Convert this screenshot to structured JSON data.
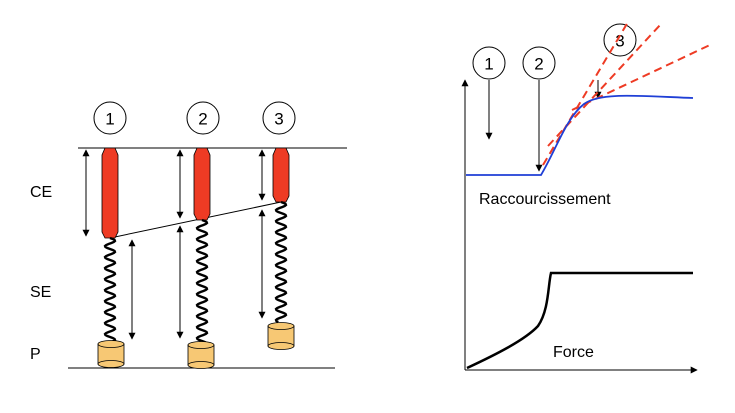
{
  "left_panel": {
    "row_labels": {
      "ce": "CE",
      "se": "SE",
      "p": "P"
    },
    "states": [
      "1",
      "2",
      "3"
    ]
  },
  "right_panel": {
    "state_markers": [
      "1",
      "2",
      "3"
    ],
    "top_caption": "Raccourcissement",
    "bottom_caption": "Force"
  },
  "colors": {
    "contractile_element": "#ee3b24",
    "weight": "#f7c874",
    "shortening_curve": "#1f3fd6",
    "tangent_lines": "#ee3b24",
    "force_curve": "#000000"
  }
}
